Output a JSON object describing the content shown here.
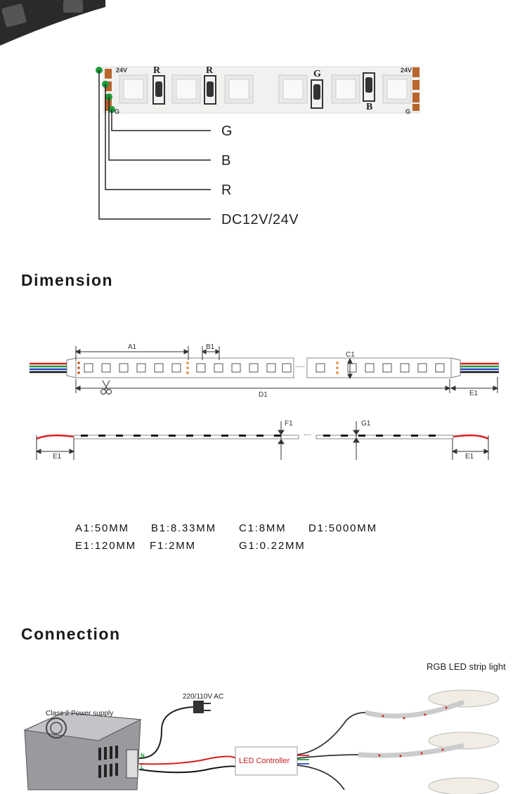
{
  "pinout": {
    "strip_voltage_label": "24V",
    "pad_labels": {
      "r": "R",
      "g": "G",
      "b": "B"
    },
    "pins": [
      "G",
      "B",
      "R",
      "DC12V/24V"
    ]
  },
  "dimension": {
    "title": "Dimension",
    "top_labels": {
      "a1": "A1",
      "b1": "B1",
      "c1": "C1",
      "d1": "D1",
      "e1": "E1",
      "dots": "....."
    },
    "side_labels": {
      "f1": "F1",
      "g1": "G1",
      "e1_left": "E1",
      "e1_right": "E1",
      "dots": "...."
    },
    "specs": [
      [
        "A1:50MM",
        "B1:8.33MM",
        "C1:8MM",
        "D1:5000MM"
      ],
      [
        "E1:120MM",
        "F1:2MM",
        "G1:0.22MM"
      ]
    ]
  },
  "connection": {
    "title": "Connection",
    "power_supply_label": "Class 2 Power supply",
    "ac_label": "220/110V AC",
    "controller_label": "LED Controller",
    "strip_label": "RGB LED strip light",
    "terminal_n": "N",
    "terminal_l": "L"
  },
  "colors": {
    "wire_red": "#d62020",
    "wire_green": "#1d9b3a",
    "wire_blue": "#2347c2",
    "wire_black": "#111111",
    "pad_copper": "#b9642c"
  }
}
